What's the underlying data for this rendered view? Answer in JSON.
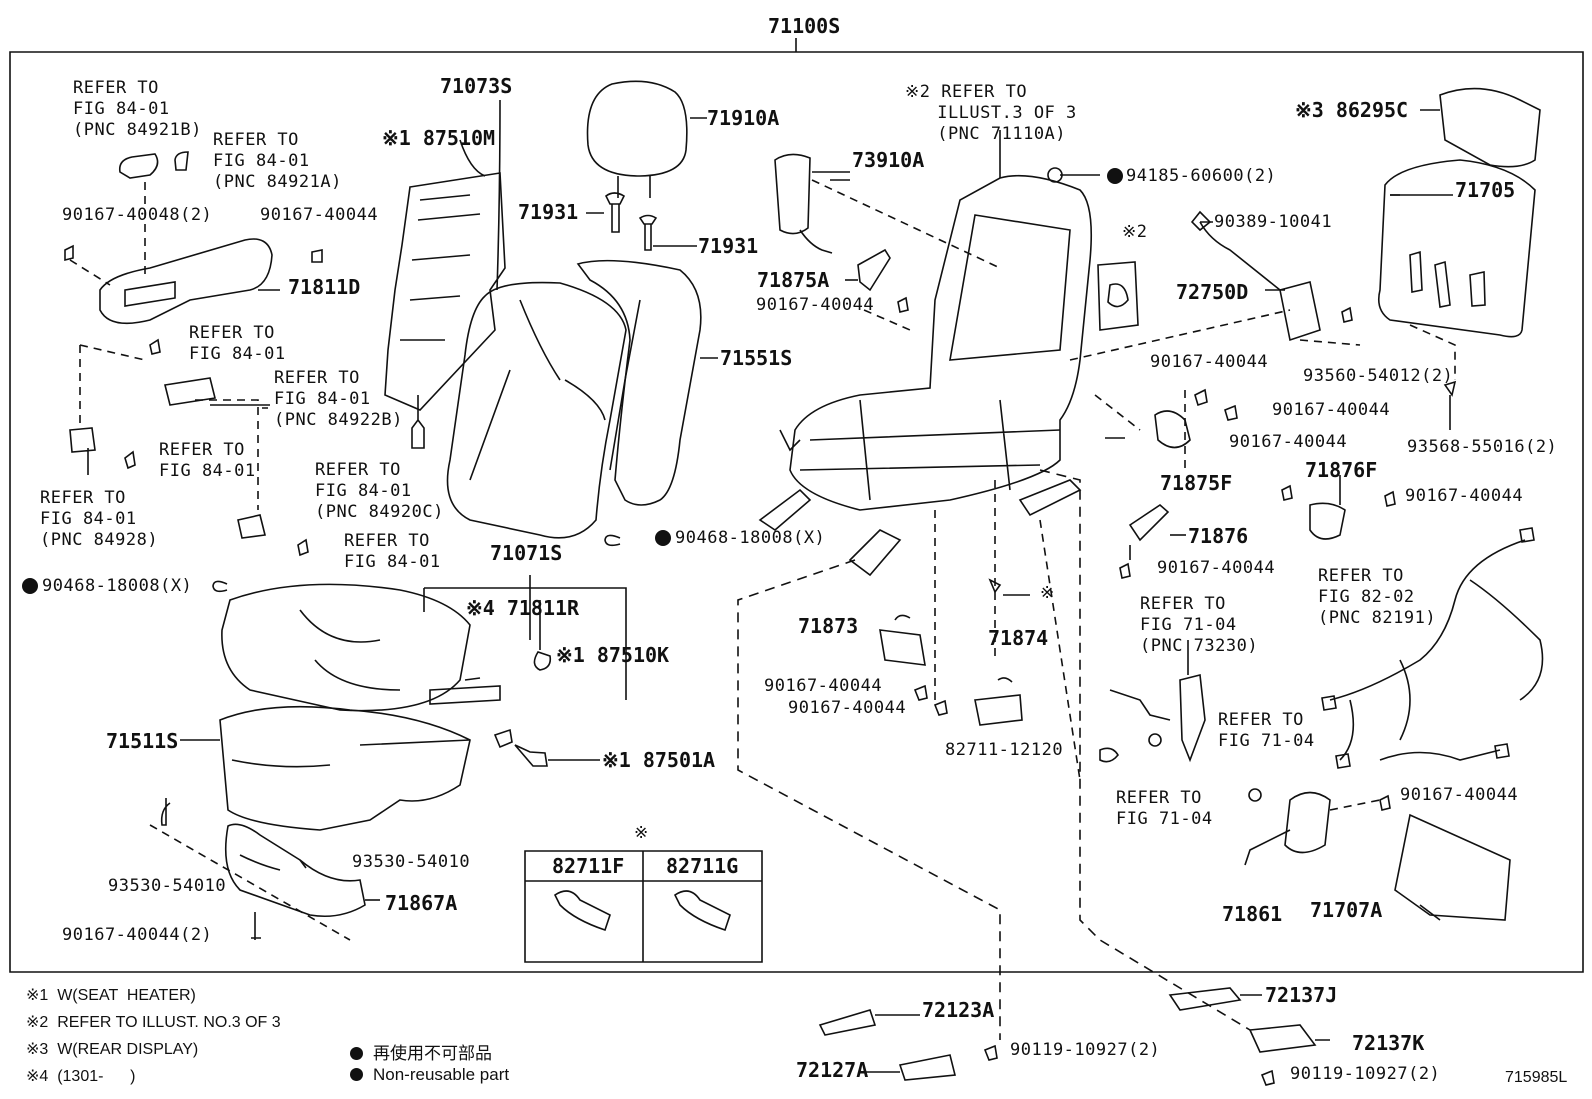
{
  "title": "71100S",
  "diagram_id": "715985L",
  "labels": {
    "l_87510M": "※1 87510M",
    "l_71073S": "71073S",
    "l_71910A": "71910A",
    "l_71931a": "71931",
    "l_71931b": "71931",
    "l_71551S": "71551S",
    "l_73910A": "73910A",
    "l_refer_illust3": "※2 REFER TO\n   ILLUST.3 OF 3\n   (PNC 71110A)",
    "l_94185": "94185-60600(2)",
    "l_86295C": "※3 86295C",
    "l_71705": "71705",
    "l_90389": "90389-10041",
    "l_refer_84921B": "REFER TO\nFIG 84-01\n(PNC 84921B)",
    "l_refer_84921A": "REFER TO\nFIG 84-01\n(PNC 84921A)",
    "l_90167_40048": "90167-40048(2)",
    "l_90167_a": "90167-40044",
    "l_71811D": "71811D",
    "l_refer_a": "REFER TO\nFIG 84-01",
    "l_refer_84922B": "REFER TO\nFIG 84-01\n(PNC 84922B)",
    "l_refer_b": "REFER TO\nFIG 84-01",
    "l_refer_84928": "REFER TO\nFIG 84-01\n(PNC 84928)",
    "l_refer_84920C": "REFER TO\nFIG 84-01\n(PNC 84920C)",
    "l_refer_c": "REFER TO\nFIG 84-01",
    "l_90468_a": "90468-18008(X)",
    "l_90468_b": "90468-18008(X)",
    "l_71071S": "71071S",
    "l_71811R": "※4 71811R",
    "l_87510K": "※1 87510K",
    "l_71511S": "71511S",
    "l_87501A": "※1 87501A",
    "l_93530_a": "93530-54010",
    "l_93530_b": "93530-54010",
    "l_71867A": "71867A",
    "l_90167_40044_2": "90167-40044(2)",
    "l_71875A": "71875A",
    "l_90167_b": "90167-40044",
    "l_x2": "※2",
    "l_72750D": "72750D",
    "l_93560": "93560-54012(2)",
    "l_93568": "93568-55016(2)",
    "l_90167_c": "90167-40044",
    "l_90167_d": "90167-40044",
    "l_90167_e": "90167-40044",
    "l_71875F": "71875F",
    "l_71876F": "71876F",
    "l_90167_f": "90167-40044",
    "l_71876": "71876",
    "l_90167_g": "90167-40044",
    "l_refer_82_02": "REFER TO\nFIG 82-02\n(PNC 82191)",
    "l_x_mark": "※",
    "l_71873": "71873",
    "l_71874": "71874",
    "l_90167_h": "90167-40044",
    "l_90167_i": "90167-40044",
    "l_82711": "82711-12120",
    "l_refer_73230": "REFER TO\nFIG 71-04\n(PNC 73230)",
    "l_refer_71_04a": "REFER TO\nFIG 71-04",
    "l_refer_71_04b": "REFER TO\nFIG 71-04",
    "l_90167_j": "90167-40044",
    "l_71861": "71861",
    "l_71707A": "71707A",
    "l_72137J": "72137J",
    "l_72123A": "72123A",
    "l_72137K": "72137K",
    "l_72127A": "72127A",
    "l_90119_a": "90119-10927(2)",
    "l_90119_b": "90119-10927(2)"
  },
  "inset_table": {
    "mark": "※",
    "col1": "82711F",
    "col2": "82711G"
  },
  "footnotes": [
    "※1  W(SEAT  HEATER)",
    "※2  REFER TO ILLUST. NO.3 OF 3",
    "※3  W(REAR DISPLAY)",
    "※4  (1301-      )"
  ],
  "legend": {
    "jp": "再使用不可部品",
    "en": "Non-reusable part"
  }
}
